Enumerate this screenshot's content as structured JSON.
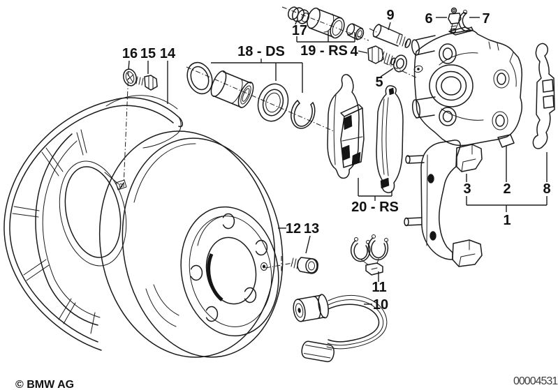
{
  "diagram": {
    "copyright": "© BMW AG",
    "doc_number": "00004531",
    "colors": {
      "line": "#1a1a1a",
      "background": "#ffffff",
      "dark_fill": "#151515"
    },
    "labels": {
      "p1": "1",
      "p2": "2",
      "p3": "3",
      "p4": "4",
      "p5": "5",
      "p6": "6",
      "p7": "7",
      "p8": "8",
      "p9": "9",
      "p10": "10",
      "p11": "11",
      "p12": "12",
      "p13": "13",
      "p14": "14",
      "p15": "15",
      "p16": "16",
      "p17": "17",
      "p18": "18 - DS",
      "p19": "19 - RS",
      "p20": "20 - RS"
    }
  }
}
